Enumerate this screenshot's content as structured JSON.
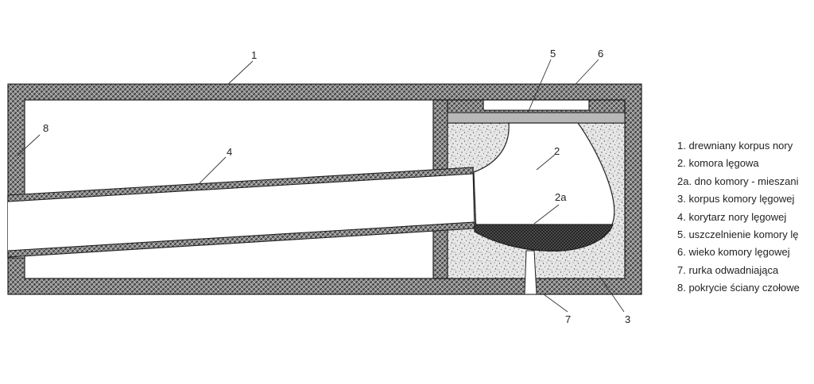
{
  "callouts": {
    "c1": "1",
    "c2": "2",
    "c2a": "2a",
    "c3": "3",
    "c4": "4",
    "c5": "5",
    "c6": "6",
    "c7": "7",
    "c8": "8"
  },
  "legend": [
    "1. drewniany korpus nory",
    "2. komora lęgowa",
    "2a. dno komory - mieszani",
    "3. korpus komory lęgowej",
    "4. korytarz nory lęgowej",
    "5. uszczelnienie komory lę",
    "6. wieko komory lęgowej",
    "7. rurka odwadniająca",
    "8. pokrycie ściany czołowe"
  ]
}
